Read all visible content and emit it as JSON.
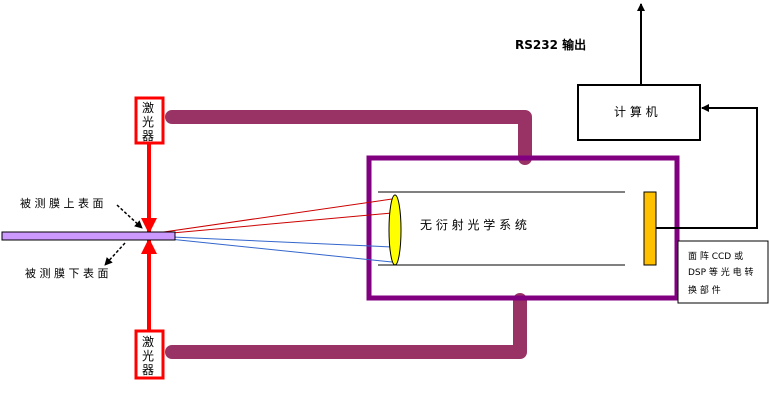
{
  "labels": {
    "laser_top": [
      "激",
      "光",
      "器"
    ],
    "laser_bottom": [
      "激",
      "光",
      "器"
    ],
    "upper_surface": "被 测 膜 上 表 面",
    "lower_surface": "被 测 膜 下 表 面",
    "optical_system": "无 衍 射 光 学 系 统",
    "computer": "计 算 机",
    "rs232_output": "RS232 输出",
    "detector_lines": [
      "面 阵  CCD  或",
      "DSP  等 光 电 转",
      "换 部 件"
    ]
  },
  "colors": {
    "laser": "#ff0000",
    "cable": "#993366",
    "system_box": "#800080",
    "film": "#cc99ff",
    "lens": "#ffff00",
    "detector": "#ffc000",
    "ray_red": "#cc0000",
    "ray_blue": "#3366cc"
  }
}
